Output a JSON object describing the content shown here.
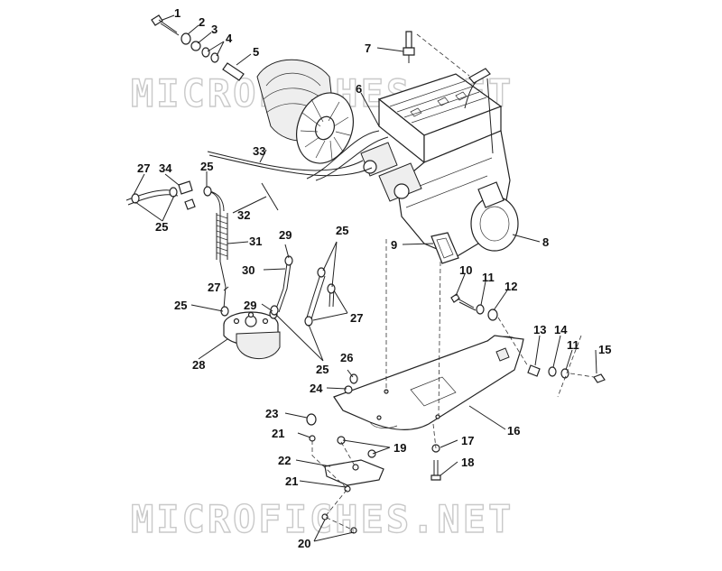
{
  "watermark": {
    "text": "MICROFICHES.NET"
  },
  "callouts": [
    "1",
    "2",
    "3",
    "4",
    "5",
    "6",
    "7",
    "8",
    "9",
    "10",
    "11",
    "11",
    "12",
    "13",
    "14",
    "15",
    "16",
    "17",
    "18",
    "19",
    "20",
    "21",
    "21",
    "22",
    "23",
    "24",
    "25",
    "25",
    "25",
    "25",
    "25",
    "26",
    "27",
    "27",
    "27",
    "28",
    "29",
    "29",
    "30",
    "31",
    "32",
    "33",
    "34"
  ],
  "colors": {
    "line": "#222222",
    "watermark_stroke": "#c9c9c9"
  }
}
